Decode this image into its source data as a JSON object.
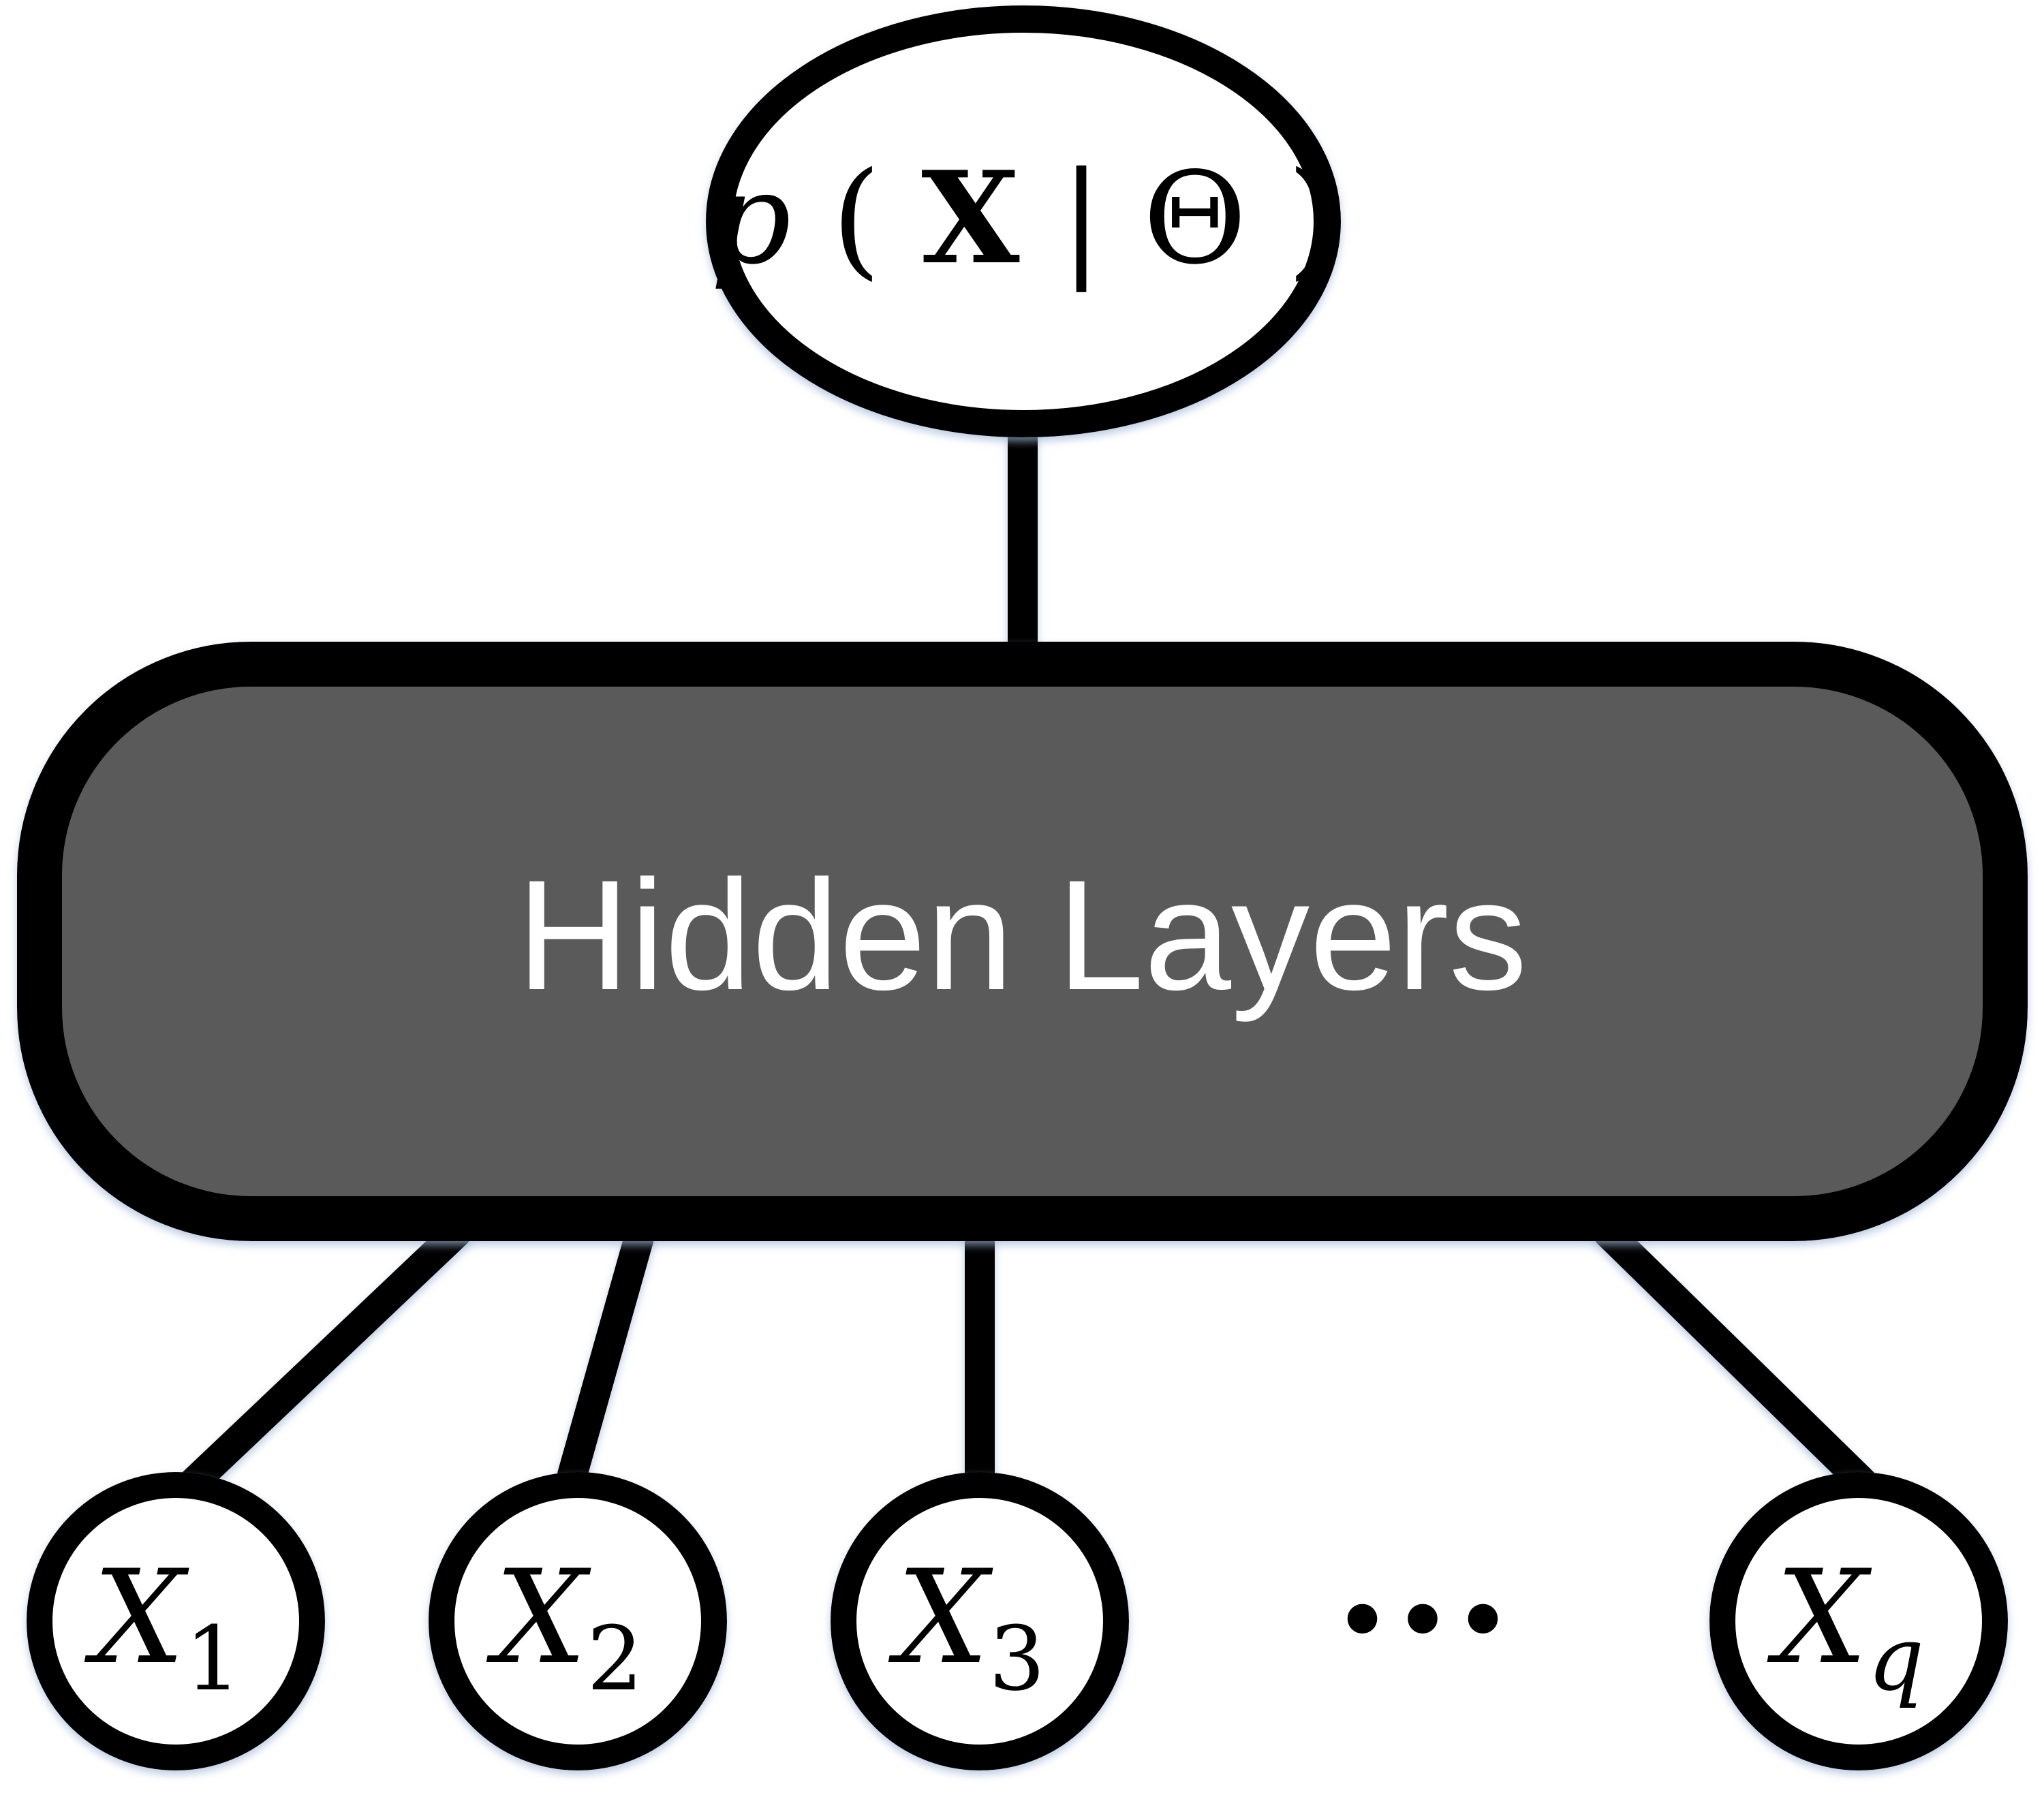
{
  "output_node": {
    "p": "p",
    "open_paren": "(",
    "X_bold": "X",
    "bar": "|",
    "theta": "Θ",
    "close_paren": ")"
  },
  "hidden_block": {
    "label": "Hidden Layers"
  },
  "inputs": [
    {
      "base": "X",
      "sub": "1"
    },
    {
      "base": "X",
      "sub": "2"
    },
    {
      "base": "X",
      "sub": "3"
    },
    {
      "base": "X",
      "sub": "q"
    }
  ],
  "ellipsis": "•••",
  "colors": {
    "stroke": "#000000",
    "hidden_fill": "#5a5a5a",
    "node_fill": "#ffffff",
    "hidden_text": "#ffffff",
    "glow": "#9fb6d6"
  }
}
